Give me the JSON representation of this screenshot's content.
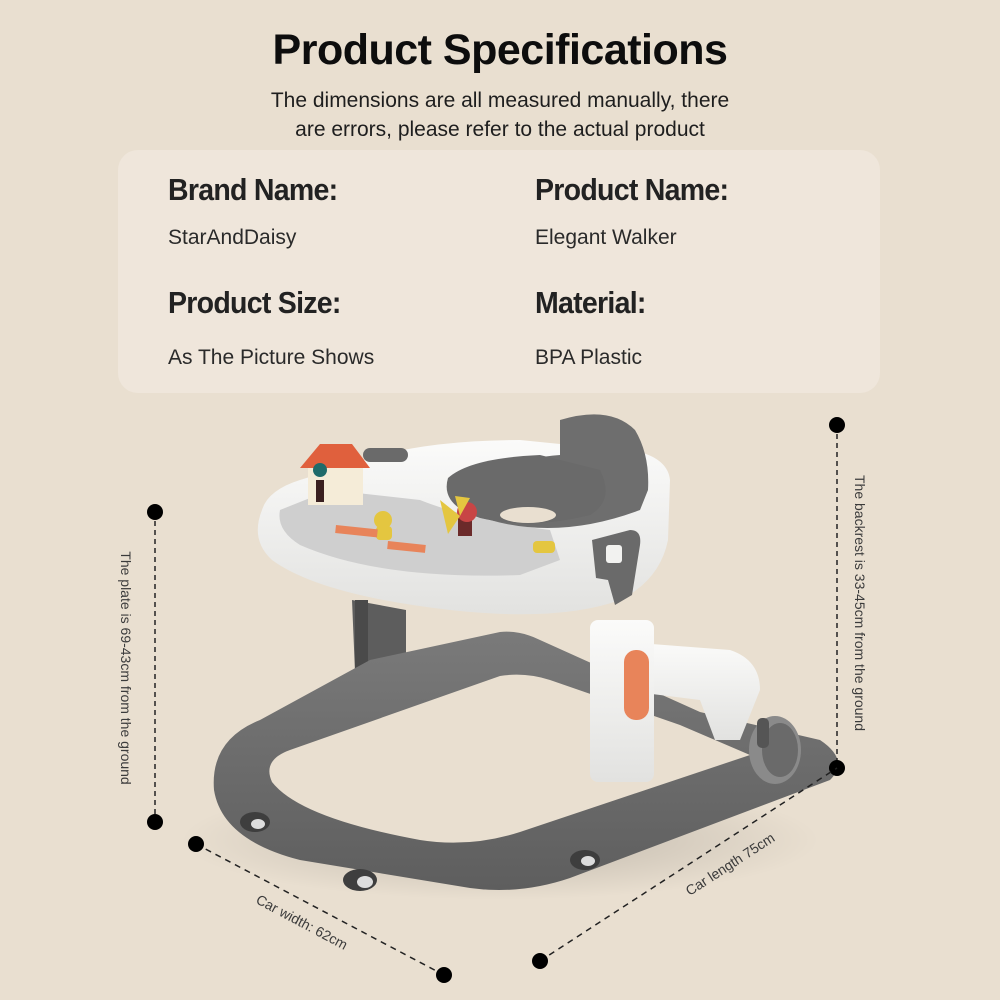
{
  "header": {
    "title": "Product Specifications",
    "subtitle_line1": "The dimensions are all measured manually, there",
    "subtitle_line2": "are errors, please refer to the actual product"
  },
  "specs": [
    {
      "label": "Brand Name:",
      "value": "StarAndDaisy"
    },
    {
      "label": "Product Name:",
      "value": "Elegant Walker"
    },
    {
      "label": "Product Size:",
      "value": "As The Picture Shows"
    },
    {
      "label": "Material:",
      "value": "BPA Plastic"
    }
  ],
  "dimensions": {
    "plate_height": "The plate is 69-43cm from the ground",
    "backrest_height": "The backrest is 33-45cm from the ground",
    "car_width": "Car width: 62cm",
    "car_length": "Car length 75cm"
  },
  "colors": {
    "background": "#e9dfd0",
    "card": "#efe6db",
    "frame_gray": "#6b6b6b",
    "seat_gray": "#6e6e6e",
    "white_body": "#f4f4f2",
    "accent_orange": "#e8845a",
    "toy_yellow": "#e4c640",
    "roof_red": "#e0603d"
  },
  "product_image": {
    "alt": "Baby walker with grey frame, white tray, grey padded seat and toy play panel"
  }
}
